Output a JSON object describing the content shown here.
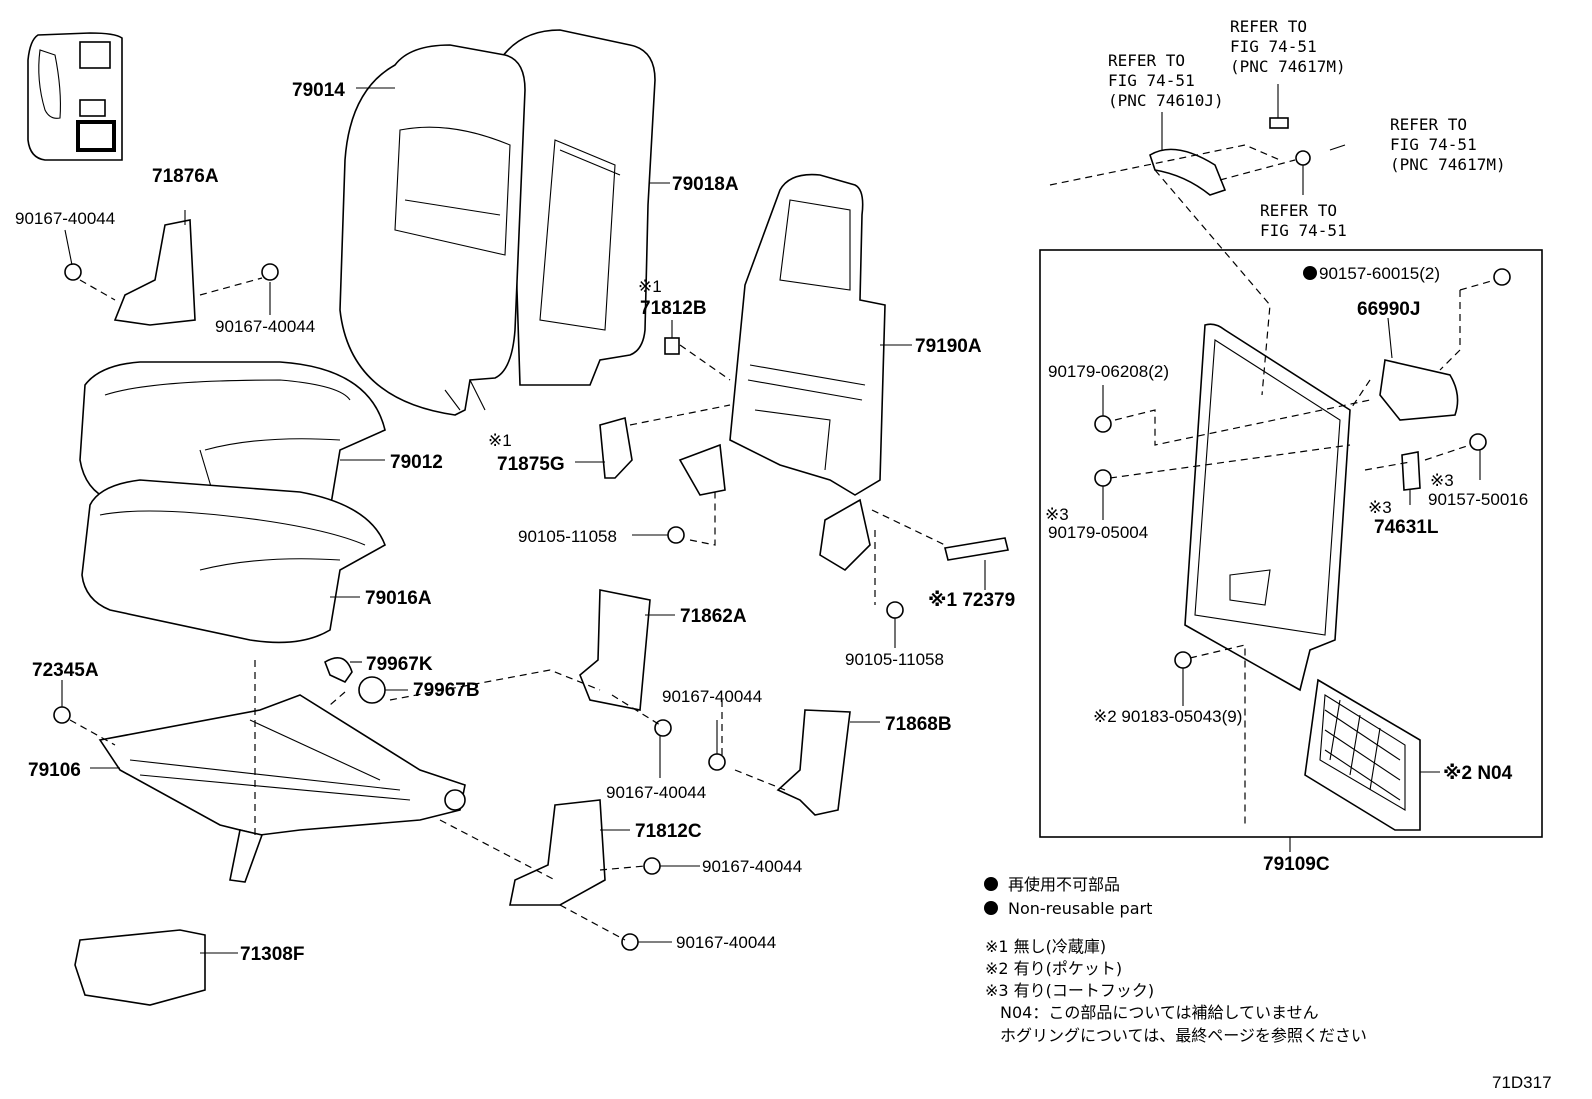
{
  "labels": {
    "p79014": "79014",
    "p79018A": "79018A",
    "p71876A": "71876A",
    "p90167_40044_a": "90167-40044",
    "p90167_40044_b": "90167-40044",
    "p71812B": "71812B",
    "p71812B_note": "※1",
    "p79190A": "79190A",
    "p79012": "79012",
    "p71875G": "71875G",
    "p71875G_note": "※1",
    "p90105_11058_a": "90105-11058",
    "p79016A": "79016A",
    "p72379": "※1 72379",
    "p90105_11058_b": "90105-11058",
    "p71862A": "71862A",
    "p72345A": "72345A",
    "p79967K": "79967K",
    "p79967B": "79967B",
    "p90167_40044_c": "90167-40044",
    "p90167_40044_d": "90167-40044",
    "p71868B": "71868B",
    "p79106": "79106",
    "p71812C": "71812C",
    "p90167_40044_e": "90167-40044",
    "p90167_40044_f": "90167-40044",
    "p71308F": "71308F",
    "p90157_60015": "90157-60015(2)",
    "p66990J": "66990J",
    "p90179_06208": "90179-06208(2)",
    "p90179_05004": "90179-05004",
    "p90179_05004_note": "※3",
    "p74631L": "74631L",
    "p74631L_note": "※3",
    "p90157_50016": "90157-50016",
    "p90157_50016_note": "※3",
    "p90183_05043": "※2 90183-05043(9)",
    "pN04": "※2 N04",
    "p79109C": "79109C"
  },
  "refs": {
    "ref1": [
      "REFER TO",
      "FIG 74-51",
      "(PNC 74610J)"
    ],
    "ref2": [
      "REFER TO",
      "FIG 74-51",
      "(PNC 74617M)"
    ],
    "ref3": [
      "REFER TO",
      "FIG 74-51",
      "(PNC 74617M)"
    ],
    "ref4": [
      "REFER TO",
      "FIG 74-51"
    ]
  },
  "legend": {
    "nonreusable_jp": "再使用不可部品",
    "nonreusable_en": "Non-reusable part",
    "note1": "※1 無し(冷蔵庫)",
    "note2": "※2 有り(ポケット)",
    "note3": "※3 有り(コートフック)",
    "note4": "N04：この部品については補給していません",
    "note5": "ホグリングについては、最終ページを参照ください"
  },
  "diagram_id": "71D317"
}
